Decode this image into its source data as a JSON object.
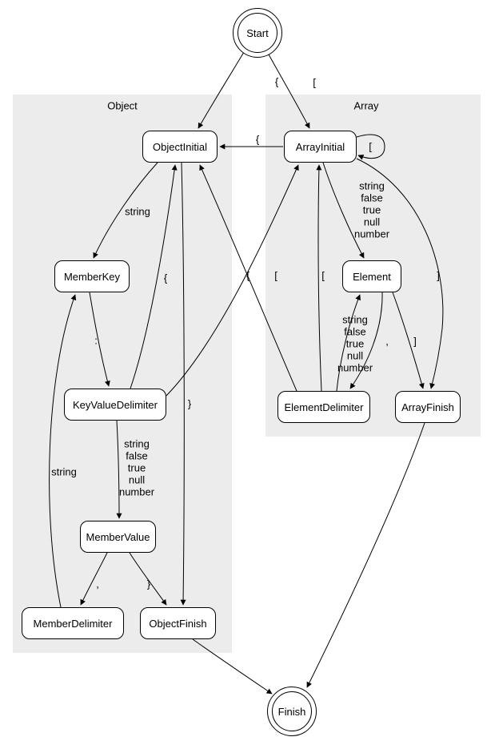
{
  "diagram": {
    "clusters": {
      "object": {
        "label": "Object"
      },
      "array": {
        "label": "Array"
      }
    },
    "nodes": {
      "start": {
        "label": "Start"
      },
      "finish": {
        "label": "Finish"
      },
      "object_initial": {
        "label": "ObjectInitial"
      },
      "member_key": {
        "label": "MemberKey"
      },
      "key_value_delimiter": {
        "label": "KeyValueDelimiter"
      },
      "member_value": {
        "label": "MemberValue"
      },
      "member_delimiter": {
        "label": "MemberDelimiter"
      },
      "object_finish": {
        "label": "ObjectFinish"
      },
      "array_initial": {
        "label": "ArrayInitial"
      },
      "element": {
        "label": "Element"
      },
      "element_delimiter": {
        "label": "ElementDelimiter"
      },
      "array_finish": {
        "label": "ArrayFinish"
      }
    },
    "edge_labels": {
      "start_object": "{",
      "start_array": "[",
      "array_to_object": "{",
      "array_self": "[",
      "object_to_memberkey": "string",
      "array_to_element": "string\nfalse\ntrue\nnull\nnumber",
      "object_to_objectfinish": "}",
      "memberkey_to_kvd": ":",
      "kvd_to_object": "{",
      "kvd_to_array": "[",
      "kvd_to_membervalue": "string\nfalse\ntrue\nnull\nnumber",
      "membervalue_to_memberdelimiter": ",",
      "membervalue_to_objectfinish": "}",
      "memberdelimiter_to_memberkey": "string",
      "element_to_elementdelimiter": ",",
      "elementdelimiter_to_element": "string\nfalse\ntrue\nnull\nnumber",
      "element_to_arrayfinish": "]",
      "array_to_arrayfinish": "]",
      "elementdelimiter_to_object": "{",
      "elementdelimiter_to_array": "["
    }
  }
}
